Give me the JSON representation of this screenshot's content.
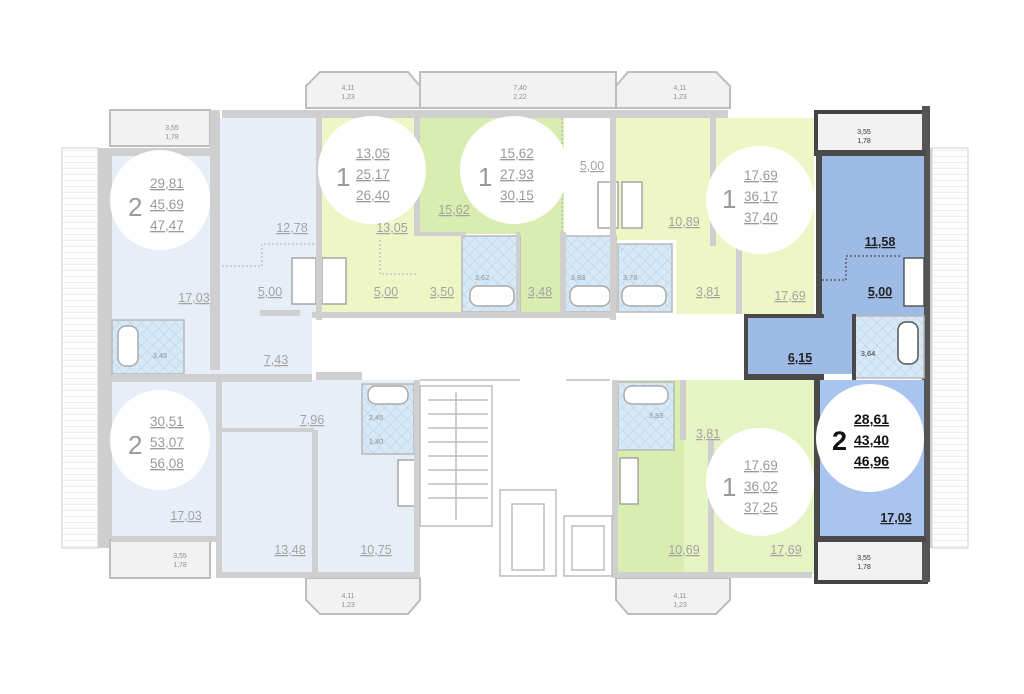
{
  "colors": {
    "highlight": "#9db7e0",
    "highlight_light": "#a9c2ea",
    "lime": "#ecf5c4",
    "green": "#d9edaf",
    "pale_blue": "#e6edf6",
    "wet": "#d6e8f7",
    "wall": "#cfcfcf",
    "dark_wall": "#444444"
  },
  "apartments": [
    {
      "id": "apt-2-top-left",
      "rooms": "2",
      "living": "29,81",
      "total": "45,69",
      "total_with_balcony": "47,47",
      "highlighted": false
    },
    {
      "id": "apt-1-top-a",
      "rooms": "1",
      "living": "13,05",
      "total": "25,17",
      "total_with_balcony": "26,40",
      "highlighted": false
    },
    {
      "id": "apt-1-top-b",
      "rooms": "1",
      "living": "15,62",
      "total": "27,93",
      "total_with_balcony": "30,15",
      "highlighted": false
    },
    {
      "id": "apt-1-top-c",
      "rooms": "1",
      "living": "17,69",
      "total": "36,17",
      "total_with_balcony": "37,40",
      "highlighted": false
    },
    {
      "id": "apt-2-right",
      "rooms": "2",
      "living": "28,61",
      "total": "43,40",
      "total_with_balcony": "46,96",
      "highlighted": true
    },
    {
      "id": "apt-2-bottom-left",
      "rooms": "2",
      "living": "30,51",
      "total": "53,07",
      "total_with_balcony": "56,08",
      "highlighted": false
    },
    {
      "id": "apt-1-bottom",
      "rooms": "1",
      "living": "17,69",
      "total": "36,02",
      "total_with_balcony": "37,25",
      "highlighted": false
    }
  ],
  "room_labels": [
    {
      "id": "r1",
      "text": "12,78"
    },
    {
      "id": "r2",
      "text": "13,05"
    },
    {
      "id": "r3",
      "text": "15,62"
    },
    {
      "id": "r4",
      "text": "5,00"
    },
    {
      "id": "r5",
      "text": "10,89"
    },
    {
      "id": "r6",
      "text": "17,03"
    },
    {
      "id": "r7",
      "text": "5,00"
    },
    {
      "id": "r8",
      "text": "5,00"
    },
    {
      "id": "r9",
      "text": "3,50"
    },
    {
      "id": "r10",
      "text": "3,48"
    },
    {
      "id": "r11",
      "text": "3,81"
    },
    {
      "id": "r12",
      "text": "17,69"
    },
    {
      "id": "r13",
      "text": "7,43"
    },
    {
      "id": "r14",
      "text": "7,96"
    },
    {
      "id": "r15",
      "text": "3,81"
    },
    {
      "id": "r16",
      "text": "17,03"
    },
    {
      "id": "r17",
      "text": "13,48"
    },
    {
      "id": "r18",
      "text": "10,75"
    },
    {
      "id": "r19",
      "text": "10,69"
    },
    {
      "id": "r20",
      "text": "17,69"
    }
  ],
  "highlight_labels": [
    {
      "id": "h1",
      "text": "11,58"
    },
    {
      "id": "h2",
      "text": "5,00"
    },
    {
      "id": "h3",
      "text": "6,15"
    },
    {
      "id": "h4",
      "text": "17,03"
    }
  ],
  "small_labels": [
    {
      "id": "s1",
      "text": "3,62"
    },
    {
      "id": "s2",
      "text": "3,83"
    },
    {
      "id": "s3",
      "text": "3,78"
    },
    {
      "id": "s4",
      "text": "3,45"
    },
    {
      "id": "s5",
      "text": "2,45"
    },
    {
      "id": "s6",
      "text": "1,40"
    },
    {
      "id": "s7",
      "text": "3,83"
    }
  ],
  "highlight_small_labels": [
    {
      "id": "hs1",
      "text": "3,64"
    }
  ],
  "balconies": [
    {
      "id": "b1",
      "line1": "4,11",
      "line2": "1,23"
    },
    {
      "id": "b2",
      "line1": "7,40",
      "line2": "2,22"
    },
    {
      "id": "b3",
      "line1": "4,11",
      "line2": "1,23"
    },
    {
      "id": "b4",
      "line1": "3,55",
      "line2": "1,78"
    },
    {
      "id": "b5",
      "line1": "3,55",
      "line2": "1,78"
    },
    {
      "id": "b6",
      "line1": "4,11",
      "line2": "1,23"
    },
    {
      "id": "b7",
      "line1": "4,11",
      "line2": "1,23"
    }
  ],
  "highlight_balconies": [
    {
      "id": "hb1",
      "line1": "3,55",
      "line2": "1,78"
    },
    {
      "id": "hb2",
      "line1": "3,55",
      "line2": "1,78"
    }
  ]
}
